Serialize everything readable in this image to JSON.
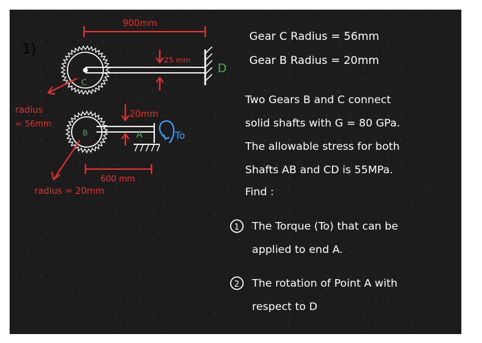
{
  "board": {
    "background": "#1c1c1c",
    "dot_color": "#3a3a3a"
  },
  "colors": {
    "ink": "#ffffff",
    "red": "#e8302c",
    "blue": "#3aa0ff",
    "green": "#4caf50"
  },
  "problem_number": "1)",
  "diagram": {
    "dim_top": "900mm",
    "dim_bottom": "600 mm",
    "gear_c_label": "C",
    "gear_b_label": "B",
    "point_a_label": "A",
    "point_d_label": "D",
    "torque_label": "To",
    "offset_c": "25 mm",
    "offset_b": "20mm",
    "radius_c_note_line1": "radius",
    "radius_c_note_line2": "= 56mm",
    "radius_b_note": "radius = 20mm"
  },
  "notes": {
    "gear_c": "Gear C  Radius = 56mm",
    "gear_b": "Gear B  Radius = 20mm",
    "body": [
      "Two Gears B and C connect",
      "solid shafts with G = 80 GPa.",
      "The allowable stress for both",
      "Shafts AB and CD is 55MPa.",
      "Find :"
    ],
    "q1_marker": "1",
    "q1_line1": "The Torque (To) that can be",
    "q1_line2": "applied to end A.",
    "q2_marker": "2",
    "q2_line1": "The rotation of Point A with",
    "q2_line2": "respect to D"
  }
}
